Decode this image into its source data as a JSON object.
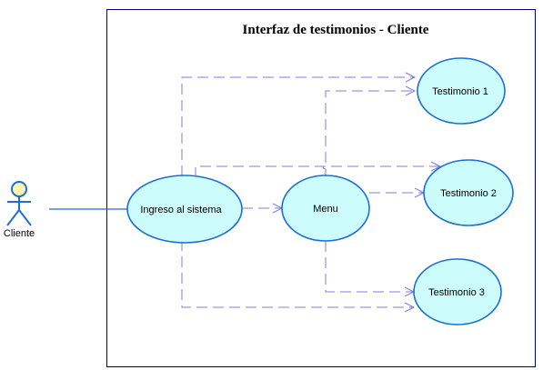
{
  "diagram": {
    "title": "Interfaz de testimonios - Cliente",
    "actor": {
      "label": "Cliente",
      "icon": "stick-figure-actor-icon"
    },
    "use_cases": {
      "login": "Ingreso al sistema",
      "menu": "Menu",
      "t1": "Testimonio 1",
      "t2": "Testimonio 2",
      "t3": "Testimonio 3"
    },
    "colors": {
      "usecase_fill": "#cdfcfc",
      "usecase_stroke": "#1a6fd6",
      "dependency": "#8078e8",
      "boundary": "#000080",
      "actor": "#1a6fd6",
      "actor_head": "#fff7b0"
    }
  }
}
